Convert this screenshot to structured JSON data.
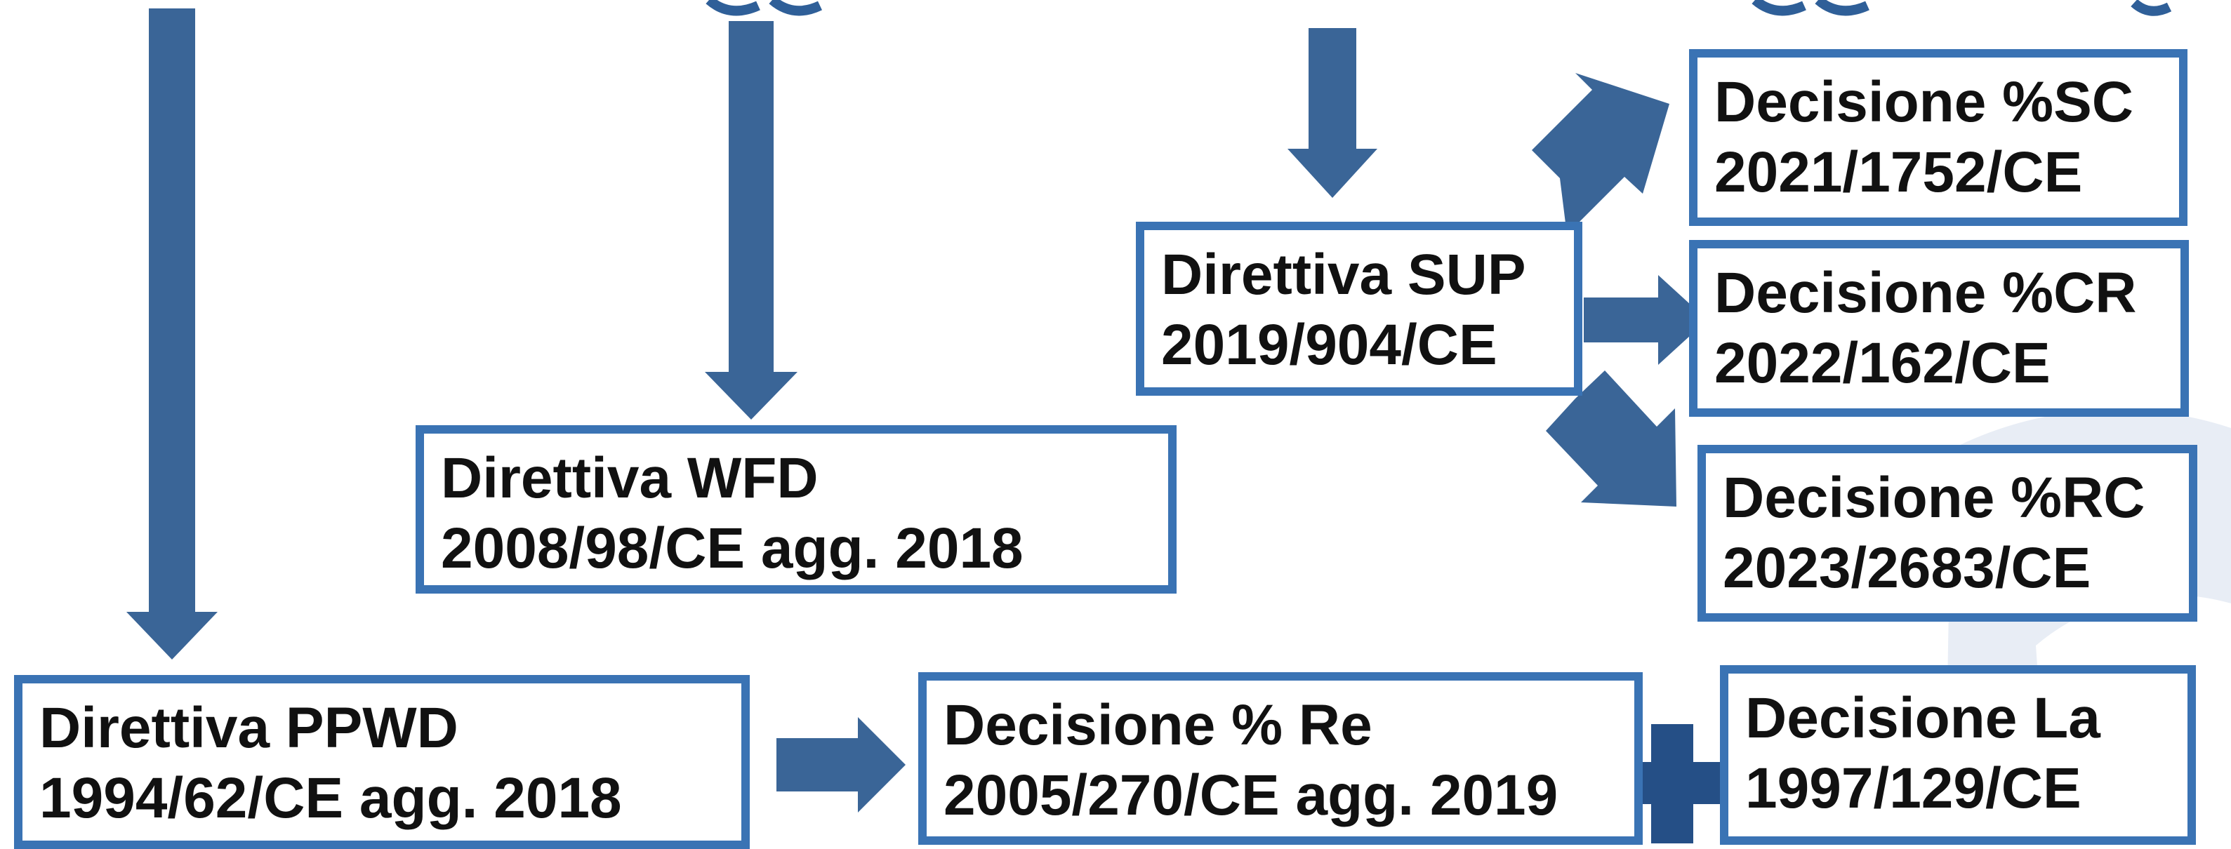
{
  "colors": {
    "arrow": "#3a6597",
    "box_border": "#3a73b4",
    "text": "#111111",
    "plus": "#254f86",
    "watermark": "#e8edf5"
  },
  "boxes": {
    "ppwd": {
      "line1": "Direttiva PPWD",
      "line2": "1994/62/CE agg. 2018"
    },
    "wfd": {
      "line1": "Direttiva WFD",
      "line2": "2008/98/CE agg. 2018"
    },
    "sup": {
      "line1": "Direttiva SUP",
      "line2": "2019/904/CE"
    },
    "re": {
      "line1": "Decisione % Re",
      "line2": "2005/270/CE agg. 2019"
    },
    "la": {
      "line1": "Decisione La",
      "line2": "1997/129/CE"
    },
    "sc": {
      "line1": "Decisione %SC",
      "line2": "2021/1752/CE"
    },
    "cr": {
      "line1": "Decisione %CR",
      "line2": "2022/162/CE"
    },
    "rc": {
      "line1": "Decisione %RC",
      "line2": "2023/2683/CE"
    }
  }
}
